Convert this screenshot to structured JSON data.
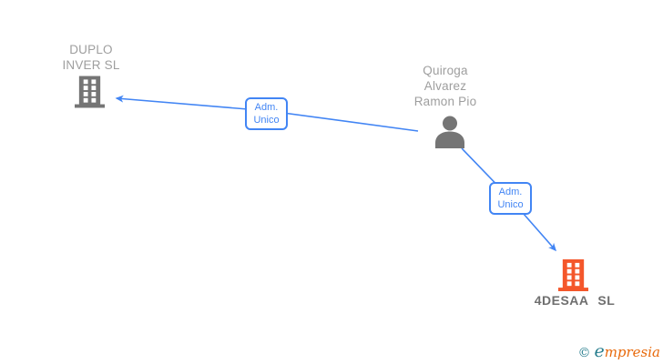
{
  "colors": {
    "arrow_blue": "#4285f4",
    "label_blue": "#4285f4",
    "gray_icon": "#757575",
    "gray_text": "#9e9e9e",
    "dark_gray_text": "#6f6f6f",
    "orange_icon": "#f4572b",
    "watermark_teal": "#2a7f8f",
    "watermark_orange": "#e8690b"
  },
  "companies": {
    "duplo": {
      "line1": "DUPLO",
      "line2": "INVER SL"
    },
    "desaa": {
      "name": "4DESAA SL"
    }
  },
  "person": {
    "line1": "Quiroga",
    "line2": "Alvarez",
    "line3": "Ramon Pio"
  },
  "relations": {
    "r1": {
      "line1": "Adm.",
      "line2": "Unico"
    },
    "r2": {
      "line1": "Adm.",
      "line2": "Unico"
    }
  },
  "watermark": {
    "copyright": "©",
    "brand_first_letter": "e",
    "brand_rest": "mpresia"
  }
}
